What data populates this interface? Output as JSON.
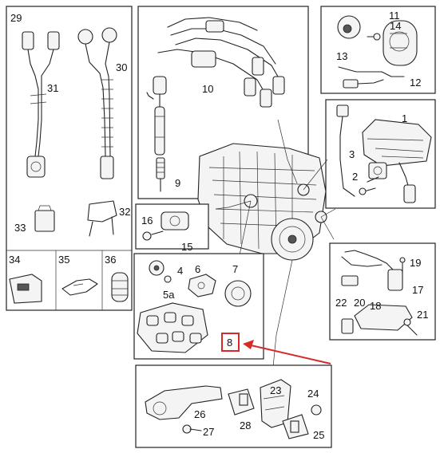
{
  "labels": {
    "n1": "1",
    "n2": "2",
    "n3": "3",
    "n4": "4",
    "n5a": "5a",
    "n6": "6",
    "n7": "7",
    "n8": "8",
    "n9": "9",
    "n10": "10",
    "n11": "11",
    "n12": "12",
    "n13": "13",
    "n14": "14",
    "n15": "15",
    "n16": "16",
    "n17": "17",
    "n18": "18",
    "n19": "19",
    "n20": "20",
    "n21": "21",
    "n22": "22",
    "n23": "23",
    "n24": "24",
    "n25": "25",
    "n26": "26",
    "n27": "27",
    "n28": "28",
    "n29": "29",
    "n30": "30",
    "n31": "31",
    "n32": "32",
    "n33": "33",
    "n34": "34",
    "n35": "35",
    "n36": "36"
  },
  "highlight": {
    "part": "8",
    "color": "#d42a2a"
  }
}
